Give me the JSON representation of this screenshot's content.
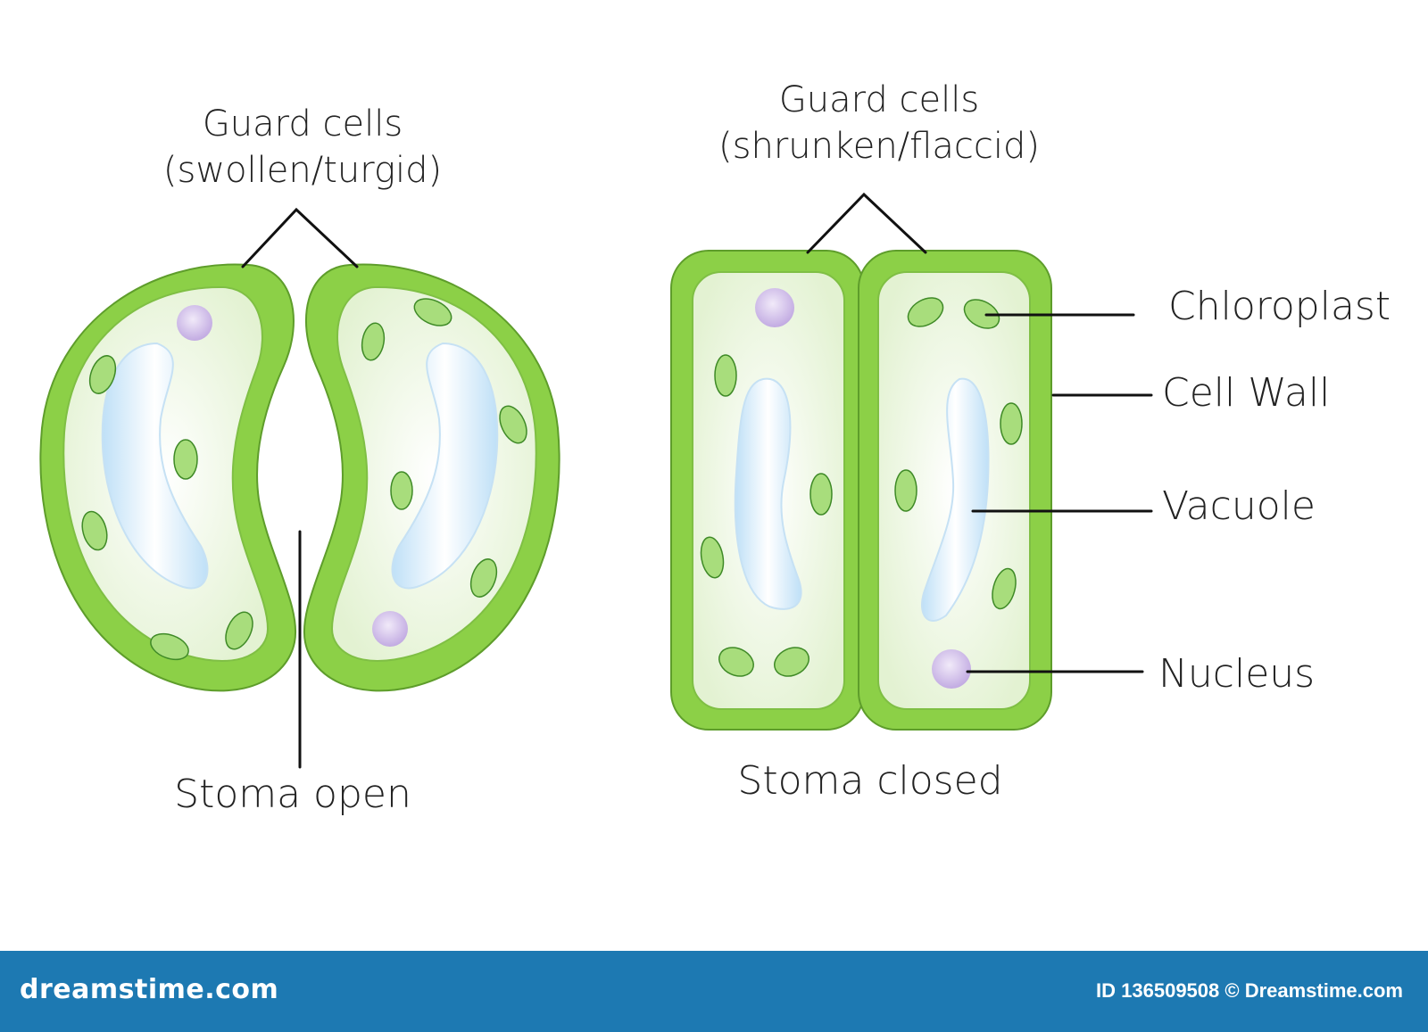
{
  "colors": {
    "cell_wall": "#8cd047",
    "cell_wall_stroke": "#5e9d2b",
    "cytoplasm": "#eef7e4",
    "cytoplasm_stroke": "#7fbf44",
    "vacuole": "#cfe6f8",
    "chloroplast": "#a8dd7c",
    "chloroplast_stroke": "#3f8a27",
    "nucleus": "#d2c1ea",
    "footer": "#1d79b2"
  },
  "diagram": {
    "open_panel": {
      "guard_cells_label": [
        "Guard cells",
        "(swollen/turgid)"
      ],
      "stoma_label": "Stoma open"
    },
    "closed_panel": {
      "guard_cells_label": [
        "Guard cells",
        "(shrunken/flaccid)"
      ],
      "stoma_label": "Stoma closed"
    },
    "part_labels": {
      "chloroplast": "Chloroplast",
      "cell_wall": "Cell Wall",
      "vacuole": "Vacuole",
      "nucleus": "Nucleus"
    }
  },
  "footer": {
    "brand": "dreamstime.com",
    "id_text": "ID 136509508 © Dreamstime.com"
  }
}
